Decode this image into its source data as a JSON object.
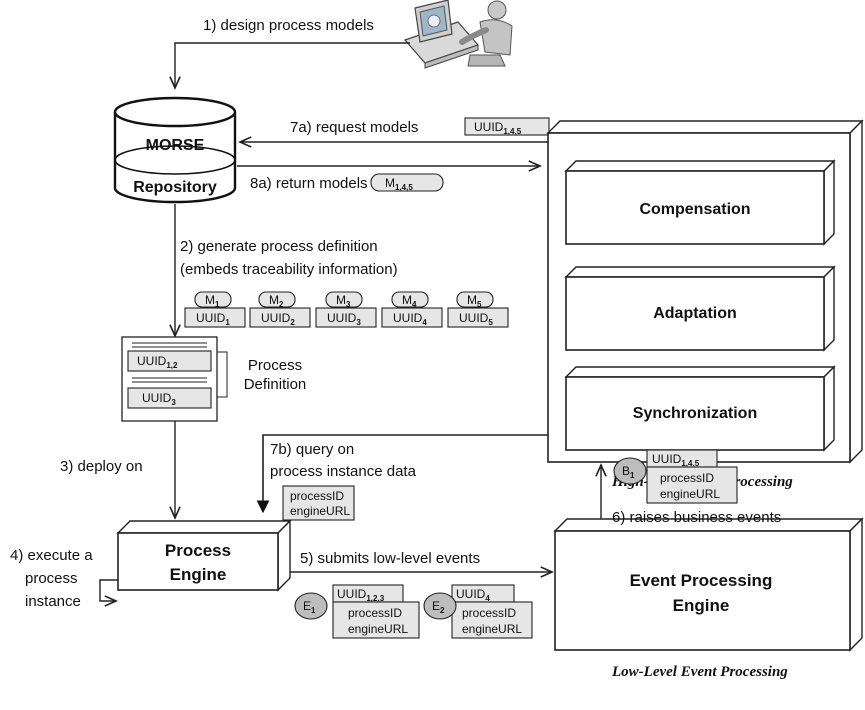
{
  "edges": {
    "design": "1) design process models",
    "generate_line1": "2) generate process definition",
    "generate_line2": "(embeds traceability information)",
    "deploy": "3) deploy on",
    "execute_line1": "4) execute a",
    "execute_line2": "process",
    "execute_line3": "instance",
    "submit": "5) submits low-level events",
    "raise": "6) raises business events",
    "request": "7a) request models",
    "query_line1": "7b) query on",
    "query_line2": "process instance data",
    "return": "8a) return models"
  },
  "repository": {
    "line1": "MORSE",
    "line2": "Repository"
  },
  "process_definition": {
    "label_line1": "Process",
    "label_line2": "Definition",
    "uuid_top": "UUID",
    "uuid_top_sub": "1,2",
    "uuid_bottom": "UUID",
    "uuid_bottom_sub": "3"
  },
  "models": [
    {
      "m": "M",
      "m_sub": "1",
      "uuid": "UUID",
      "uuid_sub": "1"
    },
    {
      "m": "M",
      "m_sub": "2",
      "uuid": "UUID",
      "uuid_sub": "2"
    },
    {
      "m": "M",
      "m_sub": "3",
      "uuid": "UUID",
      "uuid_sub": "3"
    },
    {
      "m": "M",
      "m_sub": "4",
      "uuid": "UUID",
      "uuid_sub": "4"
    },
    {
      "m": "M",
      "m_sub": "5",
      "uuid": "UUID",
      "uuid_sub": "5"
    }
  ],
  "request_token": {
    "text": "UUID",
    "sub": "1,4,5"
  },
  "return_token": {
    "text": "M",
    "sub": "1,4,5"
  },
  "query_token": {
    "line1": "processID",
    "line2": "engineURL"
  },
  "high_level": {
    "caption": "High-Level Event Processing",
    "modules": [
      "Compensation",
      "Adaptation",
      "Synchronization"
    ]
  },
  "process_engine": {
    "line1": "Process",
    "line2": "Engine"
  },
  "event_engine": {
    "line1": "Event Processing",
    "line2": "Engine",
    "caption": "Low-Level Event Processing"
  },
  "events": [
    {
      "e": "E",
      "e_sub": "1",
      "uuid": "UUID",
      "uuid_sub": "1,2,3",
      "line1": "processID",
      "line2": "engineURL"
    },
    {
      "e": "E",
      "e_sub": "2",
      "uuid": "UUID",
      "uuid_sub": "4",
      "line1": "processID",
      "line2": "engineURL"
    }
  ],
  "business_event": {
    "b": "B",
    "b_sub": "1",
    "uuid": "UUID",
    "uuid_sub": "1,4,5",
    "line1": "processID",
    "line2": "engineURL"
  }
}
